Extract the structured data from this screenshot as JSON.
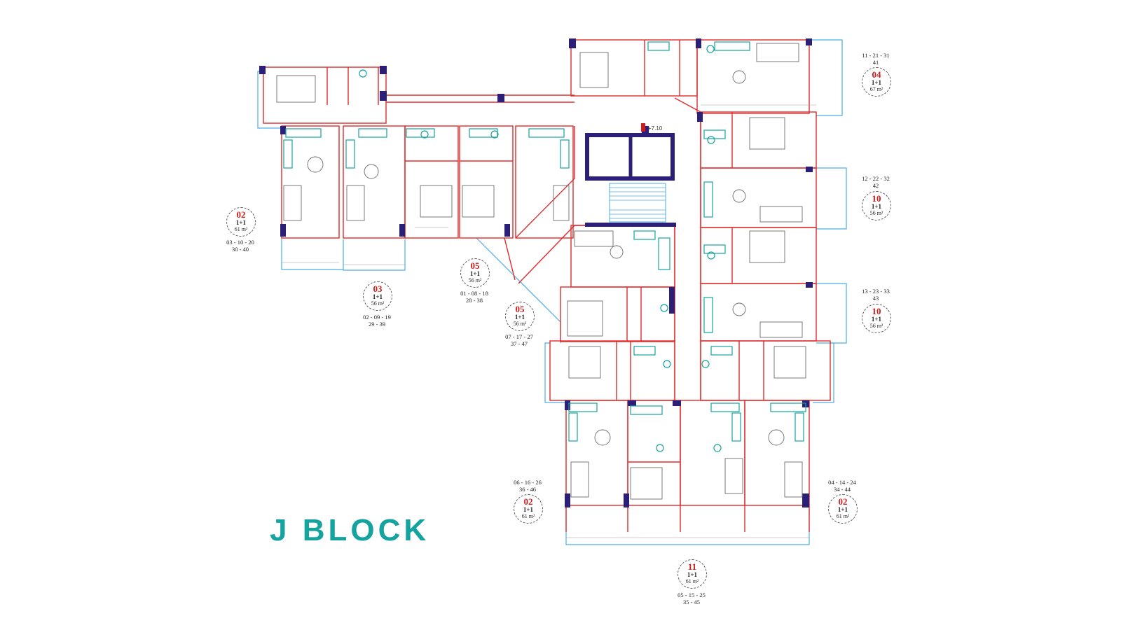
{
  "block_title": "J BLOCK",
  "elevation_label": "+7.10",
  "colors": {
    "wall_outline": "#e12b2b",
    "pillar": "#2c1f78",
    "balcony_line": "#4aaee6",
    "fixtures": "#14a3a0",
    "badge_number": "#d01c1c",
    "title": "#15a3a0"
  },
  "units": [
    {
      "id": "u1",
      "number": "02",
      "type": "1+1",
      "area": "61 m²",
      "floors_1": "03 - 10 - 20",
      "floors_2": "30 - 40"
    },
    {
      "id": "u2",
      "number": "03",
      "type": "1+1",
      "area": "56 m²",
      "floors_1": "02 - 09 - 19",
      "floors_2": "29 - 39"
    },
    {
      "id": "u3",
      "number": "05",
      "type": "1+1",
      "area": "56 m²",
      "floors_1": "01 - 08 - 18",
      "floors_2": "28 - 38"
    },
    {
      "id": "u4",
      "number": "05",
      "type": "1+1",
      "area": "56 m²",
      "floors_1": "07 - 17 - 27",
      "floors_2": "37 - 47"
    },
    {
      "id": "u5",
      "number": "04",
      "type": "1+1",
      "area": "67 m²",
      "floors_1": "11 - 21 - 31",
      "floors_2": "41"
    },
    {
      "id": "u6",
      "number": "10",
      "type": "1+1",
      "area": "56 m²",
      "floors_1": "12 - 22 - 32",
      "floors_2": "42"
    },
    {
      "id": "u7",
      "number": "10",
      "type": "1+1",
      "area": "56 m²",
      "floors_1": "13 - 23 - 33",
      "floors_2": "43"
    },
    {
      "id": "u8",
      "number": "02",
      "type": "1+1",
      "area": "61 m²",
      "floors_1": "06 - 16 - 26",
      "floors_2": "36 - 46"
    },
    {
      "id": "u9",
      "number": "02",
      "type": "1+1",
      "area": "61 m²",
      "floors_1": "04 - 14 - 24",
      "floors_2": "34 - 44"
    },
    {
      "id": "u10",
      "number": "11",
      "type": "1+1",
      "area": "61 m²",
      "floors_1": "05 - 15 - 25",
      "floors_2": "35 - 45"
    }
  ]
}
